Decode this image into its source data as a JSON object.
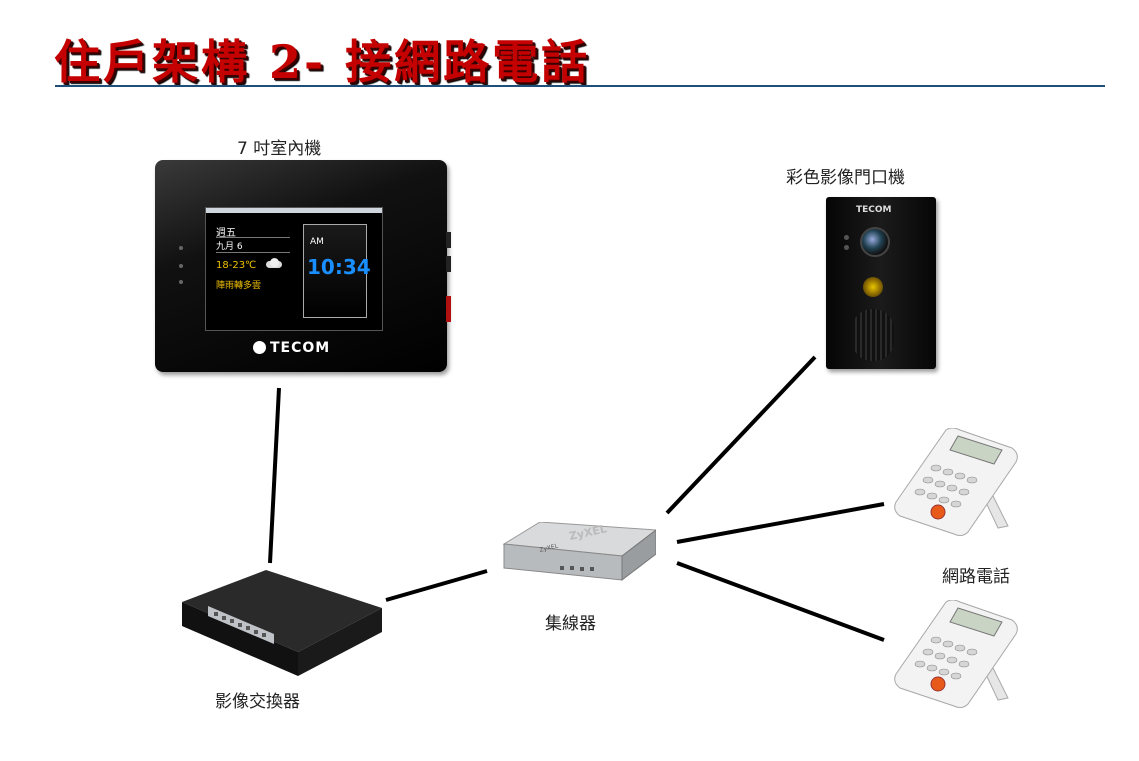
{
  "title": "住戶架構 2- 接網路電話",
  "labels": {
    "indoor_monitor": "7 吋室內機",
    "door_station": "彩色影像門口機",
    "hub": "集線器",
    "video_switch": "影像交換器",
    "ip_phone": "網路電話"
  },
  "monitor_screen": {
    "day": "週五",
    "date": "九月 6",
    "temp": "18-23℃",
    "weather": "陣雨轉多雲",
    "ampm": "AM",
    "time": "10:34",
    "brand": "TECOM"
  },
  "door_brand": "TECOM",
  "hub_brand": "ZyXEL",
  "colors": {
    "title_red": "#c40000",
    "rule_blue": "#1f4e79",
    "clock_blue": "#1a8fff",
    "weather_yellow": "#f0c000"
  }
}
